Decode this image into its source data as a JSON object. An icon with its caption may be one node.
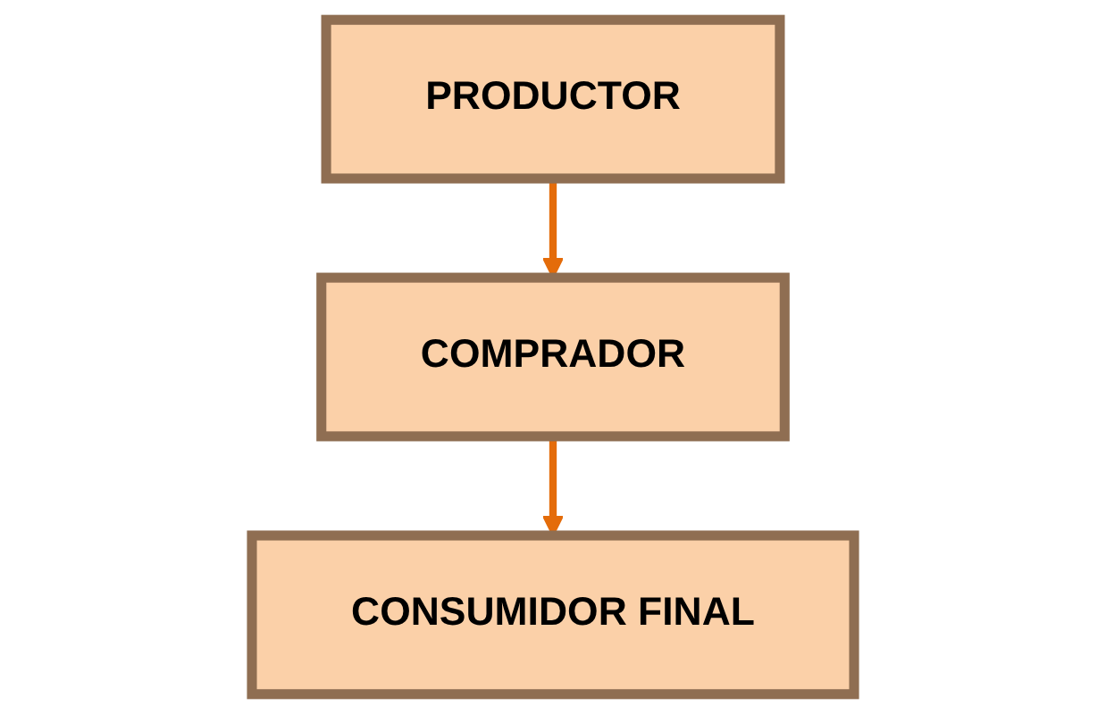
{
  "diagram": {
    "nodes": [
      {
        "text": [
          "PRODUCTOR"
        ]
      },
      {
        "text": [
          "COMPRADOR"
        ]
      },
      {
        "text": [
          "CONSUMIDOR FINAL"
        ]
      }
    ],
    "edges": [
      {
        "from": 0,
        "to": 1,
        "arrow": "to"
      },
      {
        "from": 1,
        "to": 2,
        "arrow": "to"
      }
    ]
  }
}
